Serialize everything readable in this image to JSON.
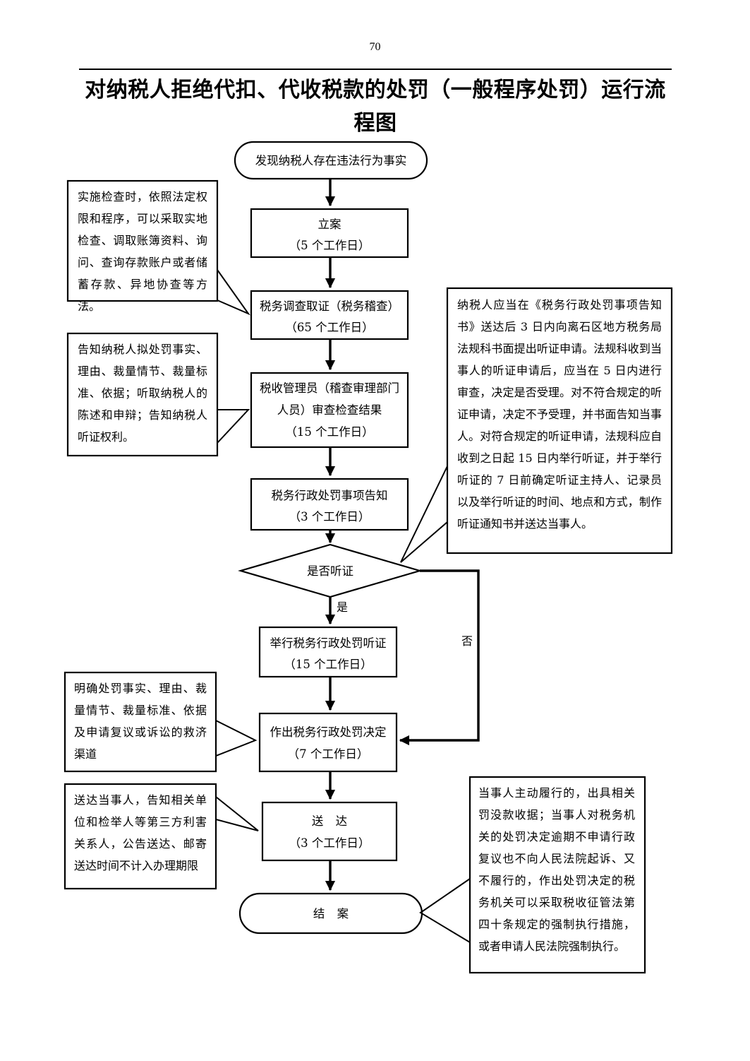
{
  "page": {
    "number": "70",
    "title": "对纳税人拒绝代扣、代收税款的处罚（一般程序处罚）运行流程图"
  },
  "flow": {
    "nodes": {
      "start": {
        "label": "发现纳税人存在违法行为事实"
      },
      "filing": {
        "label": "立案",
        "duration": "（5 个工作日）"
      },
      "investigation": {
        "label": "税务调查取证（税务稽查）",
        "duration": "（65 个工作日）"
      },
      "review": {
        "label_line1": "税收管理员（稽查审理部门",
        "label_line2": "人员）审查检查结果",
        "duration": "（15 个工作日）"
      },
      "notice": {
        "label": "税务行政处罚事项告知",
        "duration": "（3 个工作日）"
      },
      "decision_point": {
        "label": "是否听证"
      },
      "hearing": {
        "label": "举行税务行政处罚听证",
        "duration": "（15 个工作日）"
      },
      "penalty_decision": {
        "label": "作出税务行政处罚决定",
        "duration": "（7 个工作日）"
      },
      "delivery": {
        "label": "送 达",
        "duration": "（3 个工作日）"
      },
      "close": {
        "label": "结 案"
      }
    },
    "branches": {
      "yes": "是",
      "no": "否"
    }
  },
  "notes": {
    "inspection_methods": "实施检查时，依照法定权限和程序，可以采取实地检查、调取账簿资料、询问、查询存款账户或者储蓄存款、异地协查等方法。",
    "notify_taxpayer": "告知纳税人拟处罚事实、理由、裁量情节、裁量标准、依据；听取纳税人的陈述和申辩；告知纳税人听证权利。",
    "hearing_procedure": "纳税人应当在《税务行政处罚事项告知书》送达后 3 日内向离石区地方税务局法规科书面提出听证申请。法规科收到当事人的听证申请后，应当在 5 日内进行审查，决定是否受理。对不符合规定的听证申请，决定不予受理，并书面告知当事人。对符合规定的听证申请，法规科应自收到之日起 15 日内举行听证，并于举行听证的 7 日前确定听证主持人、记录员以及举行听证的时间、地点和方式，制作听证通知书并送达当事人。",
    "decision_content": "明确处罚事实、理由、裁量情节、裁量标准、依据及申请复议或诉讼的救济渠道",
    "delivery_rules": "送达当事人，告知相关单位和检举人等第三方利害关系人，公告送达、邮寄送达时间不计入办理期限",
    "enforcement": "当事人主动履行的，出具相关罚没款收据；当事人对税务机关的处罚决定逾期不申请行政复议也不向人民法院起诉、又不履行的，作出处罚决定的税务机关可以采取税收征管法第四十条规定的强制执行措施，或者申请人民法院强制执行。"
  }
}
